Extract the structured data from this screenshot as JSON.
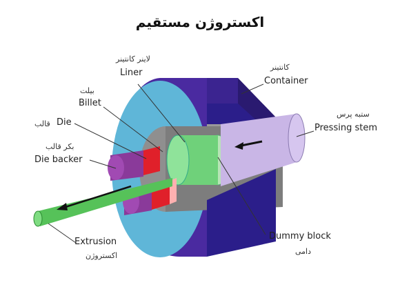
{
  "title": "اکستروژن مستقیم",
  "labels": {
    "liner": {
      "fa": "لاینر کانتینر",
      "en": "Liner"
    },
    "container": {
      "fa": "کانتینر",
      "en": "Container"
    },
    "billet": {
      "fa": "بیلت",
      "en": "Billet"
    },
    "die": {
      "fa": "قالب",
      "en": "Die"
    },
    "die_backer": {
      "fa": "بکر قالب",
      "en": "Die backer"
    },
    "pressing_stem": {
      "fa": "ستبه پرس",
      "en": "Pressing stem"
    },
    "extrusion": {
      "fa": "اکستروژن",
      "en": "Extrusion"
    },
    "dummy_block": {
      "fa": "دامی",
      "en": "Dummy block"
    }
  },
  "colors": {
    "container_face": "#5fb6d8",
    "container_outer": "#4a2aa0",
    "container_dark": "#2a1a70",
    "liner": "#9a9a9a",
    "billet": "#6fd17a",
    "die": "#e0202a",
    "die_backer": "#8a3a9a",
    "stem": "#c9b6e6",
    "extrusion": "#56c259",
    "arrow": "#111111"
  }
}
